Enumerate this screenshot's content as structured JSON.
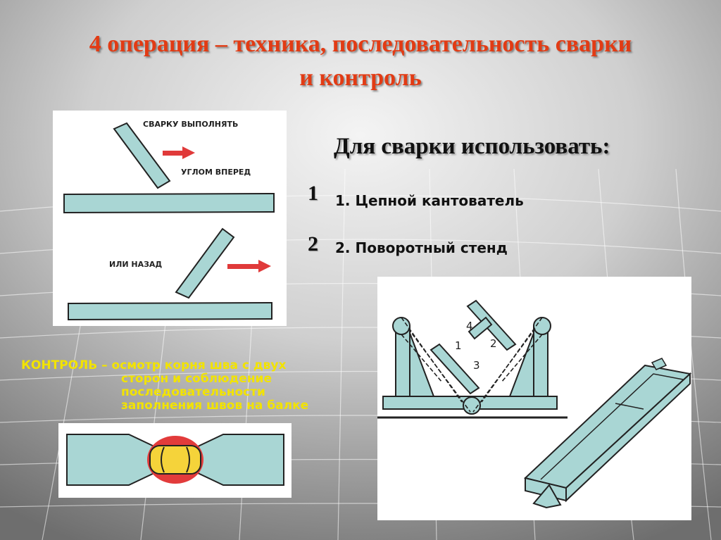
{
  "title": {
    "line1": "4 операция – техника, последовательность сварки",
    "line2": "и контроль"
  },
  "subtitle": "Для сварки использовать:",
  "items": [
    {
      "marker": "1",
      "text": "1. Цепной кантователь"
    },
    {
      "marker": "2",
      "text": "2. Поворотный стенд"
    }
  ],
  "diagram_welding": {
    "label_top": "СВАРКУ ВЫПОЛНЯТЬ",
    "label_mid": "УГЛОМ ВПЕРЕД",
    "label_bottom": "ИЛИ НАЗАД"
  },
  "diagram_tilter": {
    "labels": [
      "1",
      "2",
      "3",
      "4"
    ]
  },
  "control": {
    "keyword": "КОНТРОЛЬ",
    "line1_rest": " – осмотр корня шва с двух",
    "line2": "сторон и соблюдение",
    "line3": "последовательности",
    "line4": "заполнения швов на балке"
  },
  "colors": {
    "title": "#e23b14",
    "control_text": "#f2e300",
    "metal_fill": "#a9d6d4",
    "weld_fill": "#f5d33a",
    "weld_halo": "#e23b3b",
    "arrow": "#e03a3a"
  }
}
